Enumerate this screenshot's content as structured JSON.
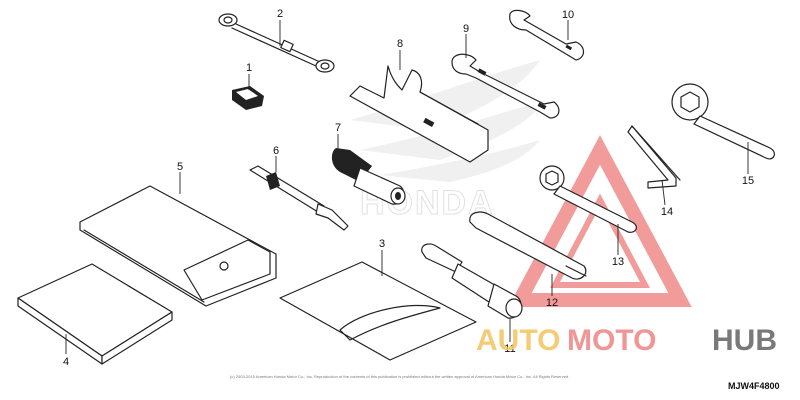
{
  "diagram": {
    "parts": [
      {
        "num": "1",
        "name": "fuse-puller"
      },
      {
        "num": "2",
        "name": "box-wrench"
      },
      {
        "num": "3",
        "name": "manual-sheet"
      },
      {
        "num": "4",
        "name": "manual-book"
      },
      {
        "num": "5",
        "name": "tool-bag"
      },
      {
        "num": "6",
        "name": "screwdriver"
      },
      {
        "num": "7",
        "name": "screwdriver-grip"
      },
      {
        "num": "8",
        "name": "pin-spanner"
      },
      {
        "num": "9",
        "name": "open-end-wrench-a"
      },
      {
        "num": "10",
        "name": "open-end-wrench-b"
      },
      {
        "num": "11",
        "name": "plug-wrench"
      },
      {
        "num": "12",
        "name": "extension-bar"
      },
      {
        "num": "13",
        "name": "socket-wrench"
      },
      {
        "num": "14",
        "name": "hex-key"
      },
      {
        "num": "15",
        "name": "ring-spanner"
      }
    ],
    "diagram_code": "MJW4F4800",
    "copyright": "(c) 2003-2015 American Honda Motor Co., Inc. Reproduction of the contents of this publication is prohibited without the written approval of American Honda Motor Co., Inc. All Rights Reserved.",
    "background_brand": "HONDA"
  },
  "watermark": {
    "text_auto": "AUTO",
    "text_moto": "MOTO",
    "text_hub": "HUB",
    "color_orange": "#f6c667",
    "color_red": "#f08a8a",
    "color_gray": "#6b6b6b"
  }
}
